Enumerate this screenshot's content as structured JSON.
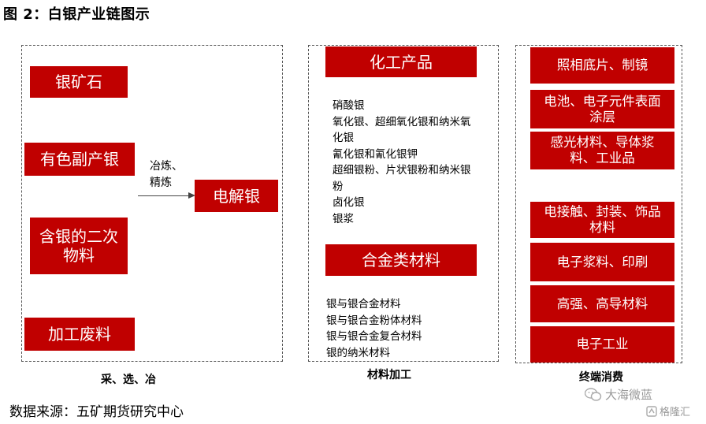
{
  "title": "图 2：白银产业链图示",
  "panels": {
    "mining": {
      "caption": "采、选、冶",
      "sources": [
        "银矿石",
        "有色副产银",
        "含银的二次物料",
        "加工废料"
      ],
      "process_label": "冶炼、精炼",
      "product": "电解银"
    },
    "materials": {
      "caption": "材料加工",
      "chemical": {
        "header": "化工产品",
        "items": [
          "硝酸银",
          "氧化银、超细氧化银和纳米氧化银",
          "氰化银和氰化银钾",
          "超细银粉、片状银粉和纳米银粉",
          "卤化银",
          "银浆"
        ]
      },
      "alloy": {
        "header": "合金类材料",
        "items": [
          "银与银合金材料",
          "银与银合金粉体材料",
          "银与银合金复合材料",
          "银的纳米材料"
        ]
      }
    },
    "consumption": {
      "caption": "终端消费",
      "uses": [
        "照相底片、制镜",
        "电池、电子元件表面涂层",
        "感光材料、导体浆料、工业品",
        "电接触、封装、饰品材料",
        "电子浆料、印刷",
        "高强、高导材料",
        "电子工业"
      ]
    }
  },
  "source": "数据来源：五矿期货研究中心",
  "watermark": {
    "wechat": "大海微蓝",
    "brand": "格隆汇"
  },
  "colors": {
    "accent": "#c00000"
  }
}
